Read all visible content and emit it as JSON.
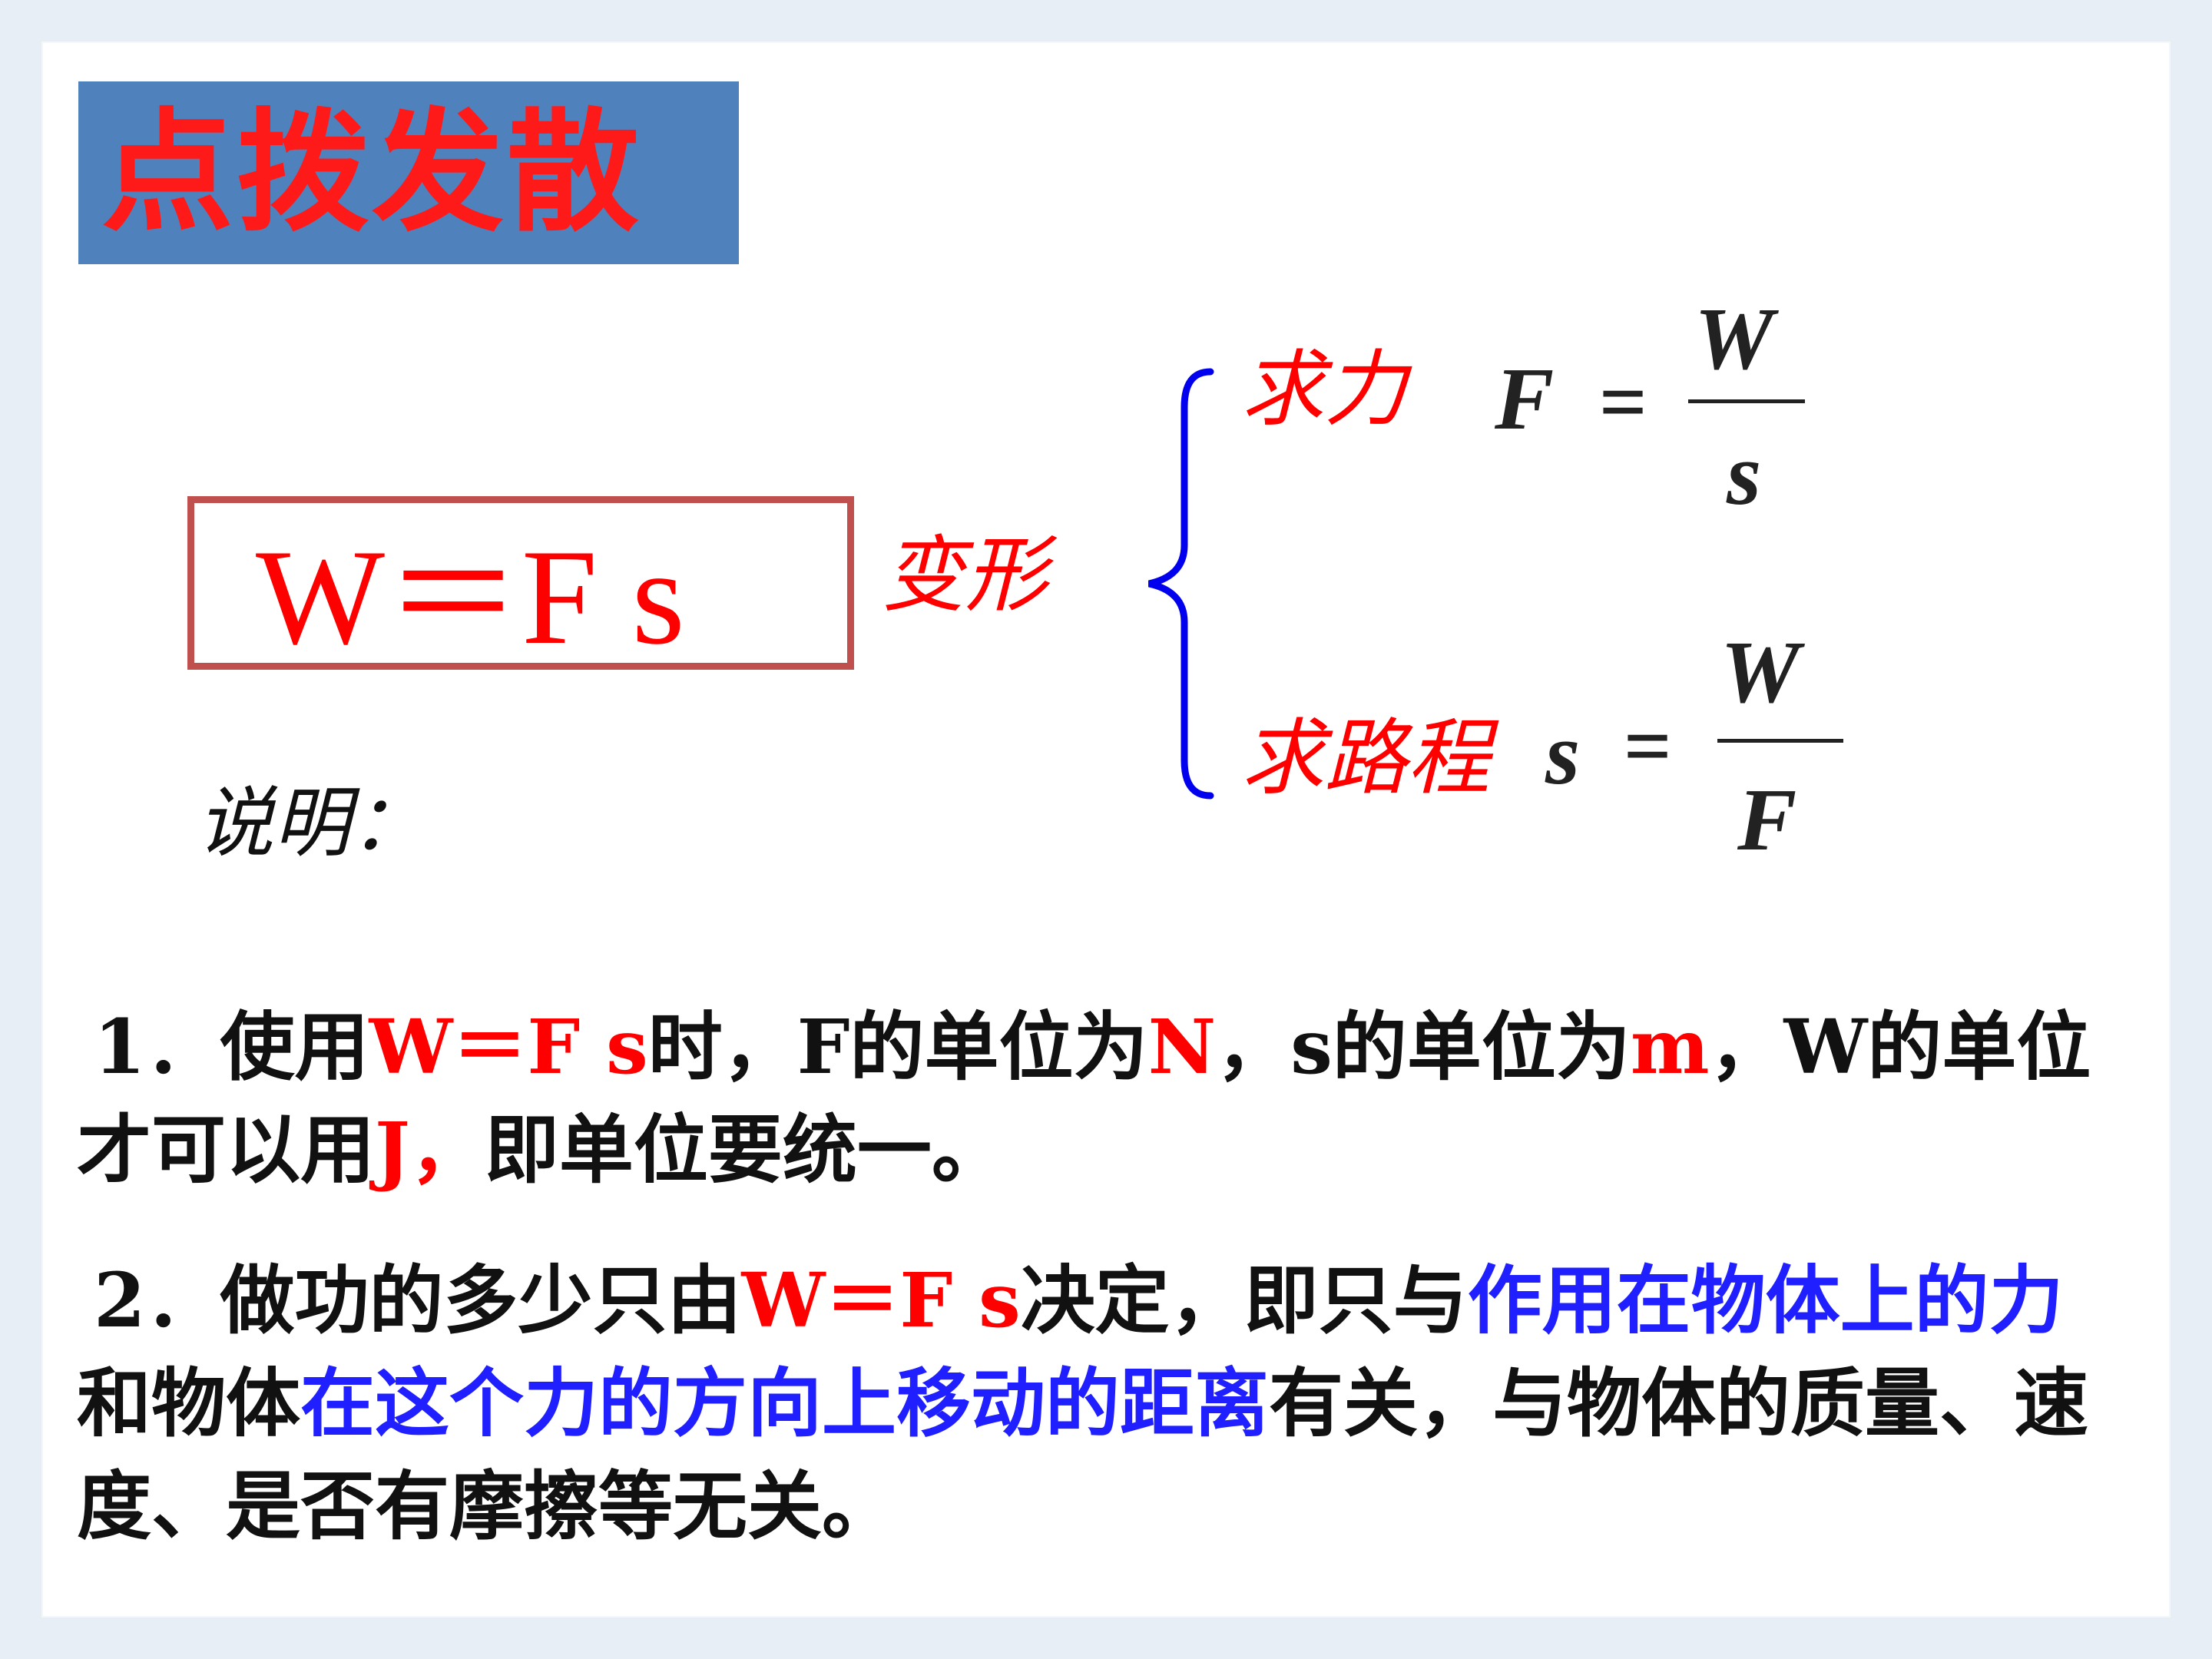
{
  "title": "点拨发散",
  "formula": "W＝F s",
  "transform_label": "变形",
  "branches": {
    "force": {
      "label": "求力",
      "lhs": "F",
      "numerator": "W",
      "denominator": "s"
    },
    "distance": {
      "label": "求路程",
      "lhs": "s",
      "numerator": "W",
      "denominator": "F"
    }
  },
  "equals": "=",
  "notes_label": "说明：",
  "para1": {
    "t1": "1．使用",
    "f1": "W＝F s",
    "t2": "时，F的单位为",
    "n": "N",
    "t3": "，s的单位为",
    "m": "m",
    "t4": "，W的单位才可以用",
    "j": "J，",
    "t5": "即单位要统一。"
  },
  "para2": {
    "t1": "2．做功的多少只由",
    "f1": "W＝F s",
    "t2": "决定，即只与",
    "b1": "作用在物体上的力",
    "t3": "和物体",
    "b2": "在这个力的方向上移动的距离",
    "t4": "有关，与物体的质量、速度、是否有摩擦等无关。"
  },
  "colors": {
    "title_bg": "#4f81bd",
    "highlight_red": "#ff0000",
    "highlight_blue": "#1f1fff",
    "box_border": "#c0504d",
    "brace": "#0000ee"
  }
}
